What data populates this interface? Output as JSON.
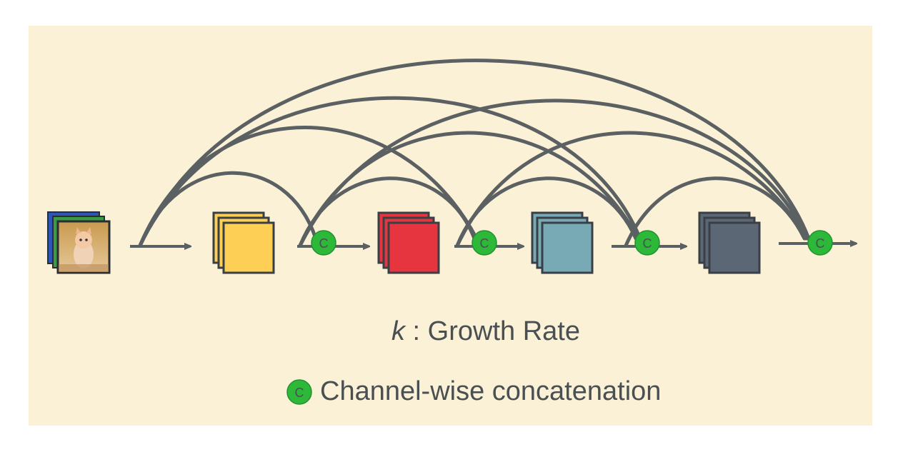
{
  "growth_rate": {
    "symbol": "k",
    "label": " : Growth Rate"
  },
  "legend": {
    "symbol": "C",
    "label": "Channel-wise concatenation"
  },
  "concat_symbol": "C",
  "colors": {
    "background": "#fbf1d6",
    "stroke": "#5b6062",
    "concat_green": "#2db83a",
    "block_1": "#fdd055",
    "block_2": "#e6353f",
    "block_3": "#78aab6",
    "block_4": "#5c6776"
  },
  "icons": [
    "input-image-stack-icon",
    "concat-node-icon",
    "arrow-icon"
  ]
}
